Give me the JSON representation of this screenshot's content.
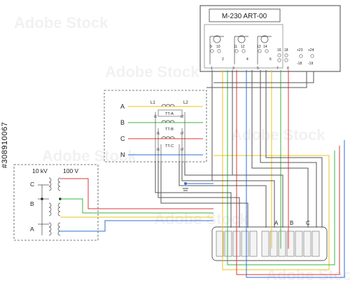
{
  "meter": {
    "model": "M-230 ART-00"
  },
  "meter_terminals": {
    "t9": "9",
    "t10": "10",
    "t11": "11",
    "t12": "12",
    "t13": "13",
    "t14": "14",
    "t16": "16",
    "t18": "18",
    "t1": "1",
    "t2": "2",
    "t3": "3",
    "t4": "4",
    "t5": "5",
    "t6": "6",
    "t7": "7",
    "t8": "8",
    "p23": "+23",
    "p24": "+24",
    "m18": "-18",
    "m19": "-19"
  },
  "ct_block": {
    "phase_a": "A",
    "phase_b": "B",
    "phase_c": "C",
    "neutral": "N",
    "l1": "L1",
    "l2": "L2",
    "ct_a": "TT-A",
    "ct_b": "TT-B",
    "ct_c": "TT-C",
    "i1": "i1",
    "i2": "i2"
  },
  "vt_block": {
    "hv_label": "10 kV",
    "lv_label": "100 V",
    "phase_c": "C",
    "phase_b": "B",
    "phase_a": "A"
  },
  "terminal_block": {
    "phase_a": "A",
    "phase_b": "B",
    "phase_c": "C"
  },
  "stock": {
    "id": "#308910067",
    "watermark": "Adobe Stock"
  },
  "colors": {
    "phase_a": "#e8c51a",
    "phase_b": "#3cb043",
    "phase_c": "#e0353a",
    "neutral": "#2d6fd3",
    "wire": "#555555",
    "frame": "#444444"
  }
}
